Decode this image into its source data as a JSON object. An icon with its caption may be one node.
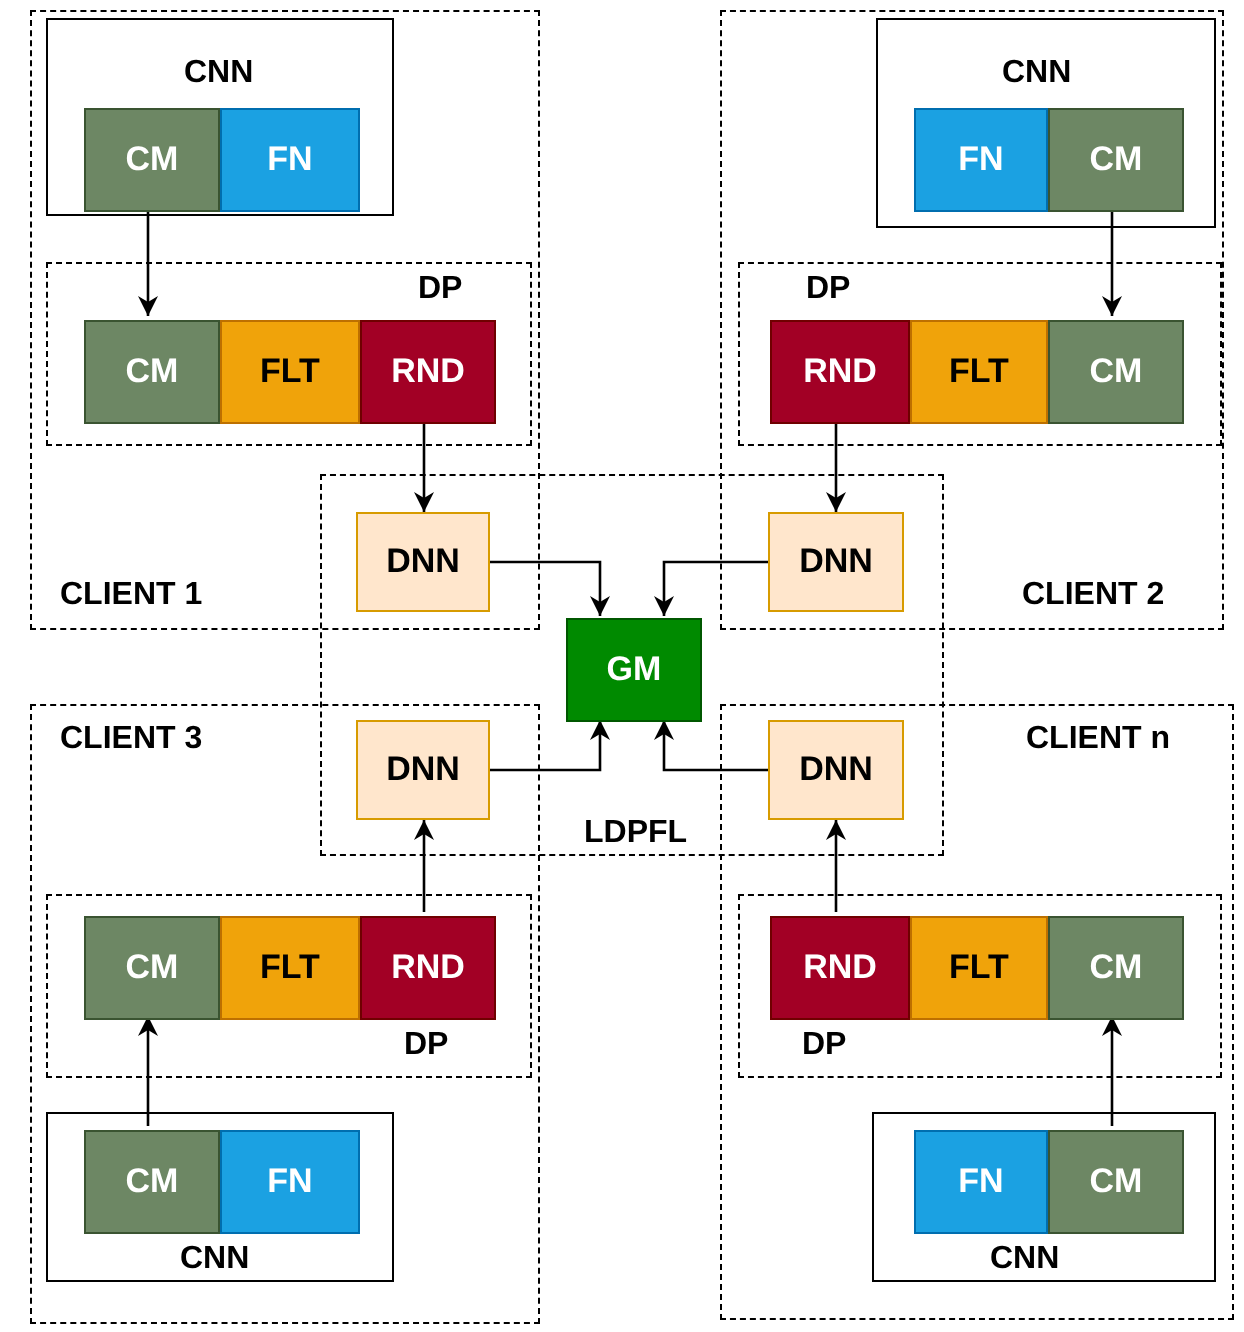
{
  "diagram": {
    "nodes": [
      {
        "text": [
          "CLIENT 1"
        ]
      },
      {
        "text": [
          "CNN"
        ],
        "in": 0
      },
      {
        "text": [
          "CM"
        ],
        "in": 1
      },
      {
        "text": [
          "FN"
        ],
        "in": 1
      },
      {
        "text": [
          "DP"
        ],
        "in": 0
      },
      {
        "text": [
          "CM"
        ],
        "in": 4
      },
      {
        "text": [
          "FLT"
        ],
        "in": 4
      },
      {
        "text": [
          "RND"
        ],
        "in": 4
      },
      {
        "text": [
          "CLIENT 2"
        ]
      },
      {
        "text": [
          "CNN"
        ],
        "in": 8
      },
      {
        "text": [
          "FN"
        ],
        "in": 9
      },
      {
        "text": [
          "CM"
        ],
        "in": 9
      },
      {
        "text": [
          "DP"
        ],
        "in": 8
      },
      {
        "text": [
          "RND"
        ],
        "in": 12
      },
      {
        "text": [
          "FLT"
        ],
        "in": 12
      },
      {
        "text": [
          "CM"
        ],
        "in": 12
      },
      {
        "text": [
          "LDPFL"
        ]
      },
      {
        "text": [
          "DNN"
        ]
      },
      {
        "text": [
          "DNN"
        ]
      },
      {
        "text": [
          "GM"
        ],
        "in": 16
      },
      {
        "text": [
          "DNN"
        ]
      },
      {
        "text": [
          "DNN"
        ]
      },
      {
        "text": [
          "CLIENT 3"
        ]
      },
      {
        "text": [
          "DP"
        ],
        "in": 22
      },
      {
        "text": [
          "CM"
        ],
        "in": 23
      },
      {
        "text": [
          "FLT"
        ],
        "in": 23
      },
      {
        "text": [
          "RND"
        ],
        "in": 23
      },
      {
        "text": [
          "CNN"
        ],
        "in": 22
      },
      {
        "text": [
          "CM"
        ],
        "in": 27
      },
      {
        "text": [
          "FN"
        ],
        "in": 27
      },
      {
        "text": [
          "CLIENT n"
        ]
      },
      {
        "text": [
          "DP"
        ],
        "in": 30
      },
      {
        "text": [
          "RND"
        ],
        "in": 31
      },
      {
        "text": [
          "FLT"
        ],
        "in": 31
      },
      {
        "text": [
          "CM"
        ],
        "in": 31
      },
      {
        "text": [
          "CNN"
        ],
        "in": 30
      },
      {
        "text": [
          "FN"
        ],
        "in": 35
      },
      {
        "text": [
          "CM"
        ],
        "in": 35
      }
    ],
    "edges": [
      {
        "from": 2,
        "to": 5,
        "arrow": "to"
      },
      {
        "from": 7,
        "to": 17,
        "arrow": "to"
      },
      {
        "from": 11,
        "to": 15,
        "arrow": "to"
      },
      {
        "from": 13,
        "to": 18,
        "arrow": "to"
      },
      {
        "from": 17,
        "to": 19,
        "arrow": "to"
      },
      {
        "from": 18,
        "to": 19,
        "arrow": "to"
      },
      {
        "from": 20,
        "to": 19,
        "arrow": "to"
      },
      {
        "from": 21,
        "to": 19,
        "arrow": "to"
      },
      {
        "from": 28,
        "to": 24,
        "arrow": "to"
      },
      {
        "from": 26,
        "to": 20,
        "arrow": "to"
      },
      {
        "from": 37,
        "to": 34,
        "arrow": "to"
      },
      {
        "from": 32,
        "to": 21,
        "arrow": "to"
      }
    ]
  }
}
